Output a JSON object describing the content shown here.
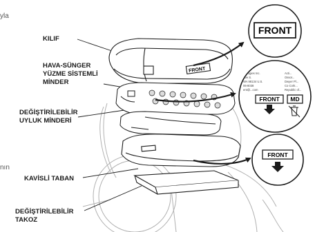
{
  "fragments": {
    "top_left": "yla",
    "mid_left": "nın"
  },
  "labels": {
    "cover": "KILIF",
    "air_foam": "HAVA-SÜNGER\nYÜZME SİSTEMLİ\nMİNDER",
    "thigh": "DEĞİŞTİRİLEBİLİR\nUYLUK MİNDERİ",
    "base": "KAVİSLİ TABAN",
    "wedge": "DEĞİŞTİRİLEBİLİR\nTAKOZ"
  },
  "callouts": {
    "front_1": "FRONT",
    "cover_tag": "FRONT",
    "front_2": "FRONT",
    "md": "MD",
    "front_3": "FRONT",
    "small_print": {
      "col1": [
        "...alogies Inc.",
        "Ave S.",
        "WA 98134 U.S.",
        "06-8038",
        "ent@...com"
      ],
      "col2": [
        "Acti...",
        "Ossor...",
        "Dwyer Pl...",
        "Co Cork...",
        "Republic of..."
      ]
    }
  },
  "icons": [
    "arrow-down-icon",
    "trash-bin-icon",
    "callout-arrow-icon"
  ],
  "colors": {
    "ink": "#1a1a1a",
    "background": "#ffffff",
    "light_line": "#b0b0b0"
  }
}
